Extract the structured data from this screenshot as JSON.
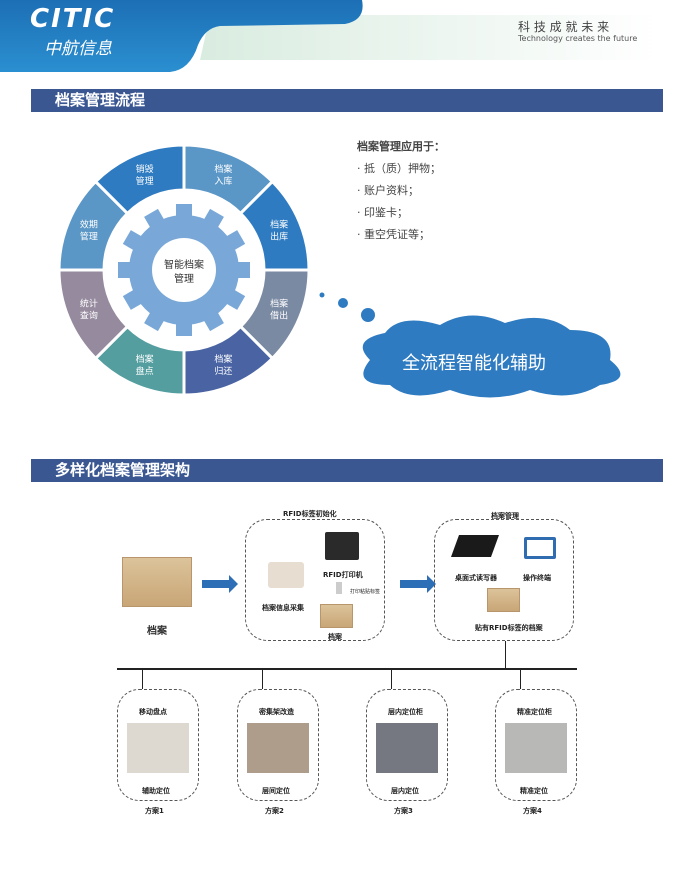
{
  "header": {
    "logo_en": "CITIC",
    "logo_cn": "中航信息",
    "slogan_cn": "科 技 成 就 未 来",
    "slogan_en": "Technology creates the future"
  },
  "section1": {
    "title": "档案管理流程",
    "center": [
      "智能档案",
      "管理"
    ],
    "segments": [
      {
        "label": [
          "档案",
          "入库"
        ],
        "color": "#5a96c6"
      },
      {
        "label": [
          "档案",
          "出库"
        ],
        "color": "#2f7bc1"
      },
      {
        "label": [
          "档案",
          "借出"
        ],
        "color": "#7a8aa3"
      },
      {
        "label": [
          "档案",
          "归还"
        ],
        "color": "#4a64a3"
      },
      {
        "label": [
          "档案",
          "盘点"
        ],
        "color": "#549ea0"
      },
      {
        "label": [
          "统计",
          "查询"
        ],
        "color": "#958a9e"
      },
      {
        "label": [
          "效期",
          "管理"
        ],
        "color": "#5a96c6"
      },
      {
        "label": [
          "销毁",
          "管理"
        ],
        "color": "#2f7bc1"
      }
    ],
    "usage_title": "档案管理应用于：",
    "usage_items": [
      "· 抵（质）押物；",
      "· 账户资料；",
      "· 印鉴卡；",
      "· 重空凭证等；"
    ],
    "cloud_text": "全流程智能化辅助"
  },
  "section2": {
    "title": "多样化档案管理架构",
    "archive": "档案",
    "rfid_init": {
      "title": "RFID标签初始化",
      "collect": "档案信息采集",
      "printer": "RFID打印机",
      "print_note": "打印粘贴标签",
      "archive": "档案"
    },
    "manage": {
      "title": "档案管理",
      "reader": "桌面式读写器",
      "terminal": "操作终端",
      "tagged": "贴有RFID标签的档案"
    },
    "plans": [
      {
        "top": "移动盘点",
        "bottom": "辅助定位",
        "name": "方案1"
      },
      {
        "top": "密集架改造",
        "bottom": "层间定位",
        "name": "方案2"
      },
      {
        "top": "层内定位柜",
        "bottom": "层内定位",
        "name": "方案3"
      },
      {
        "top": "精准定位柜",
        "bottom": "精准定位",
        "name": "方案4"
      }
    ]
  }
}
